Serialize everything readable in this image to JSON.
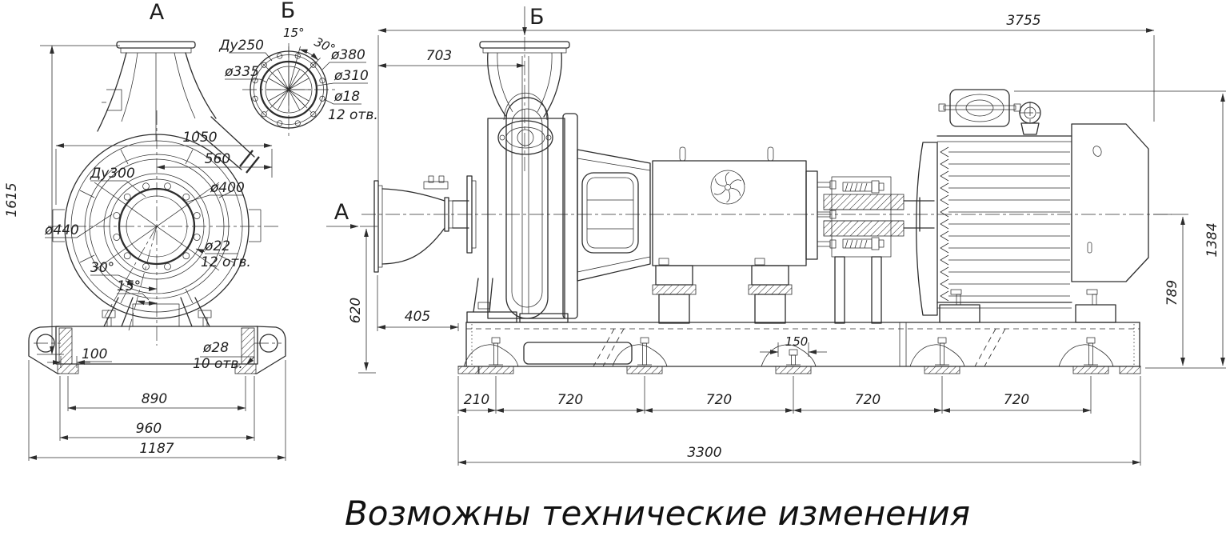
{
  "note": "Возможны технические изменения",
  "front_view": {
    "label": "А",
    "height_total": "1615",
    "width_1050": "1050",
    "width_560": "560",
    "suction_dn": "Ду300",
    "dia_400": "ø400",
    "dia_440": "ø440",
    "dia_22": "ø22",
    "holes_12": "12 отв.",
    "angle_30": "30°",
    "angle_15": "15°",
    "base_100": "100",
    "dia_28": "ø28",
    "holes_10": "10 отв.",
    "base_890": "890",
    "base_960": "960",
    "base_1187": "1187"
  },
  "flange_detail": {
    "label": "Б",
    "dn": "Ду250",
    "dia_335": "ø335",
    "angle_15": "15°",
    "angle_30": "30°",
    "dia_380": "ø380",
    "dia_310": "ø310",
    "dia_18": "ø18",
    "holes_12": "12 отв."
  },
  "side_view": {
    "section_b": "Б",
    "section_a": "А",
    "len_total": "3755",
    "len_703": "703",
    "h_620": "620",
    "len_405": "405",
    "h_1384": "1384",
    "h_789": "789",
    "pad_150": "150",
    "pitch_210": "210",
    "pitch_720": "720",
    "base_3300": "3300"
  }
}
